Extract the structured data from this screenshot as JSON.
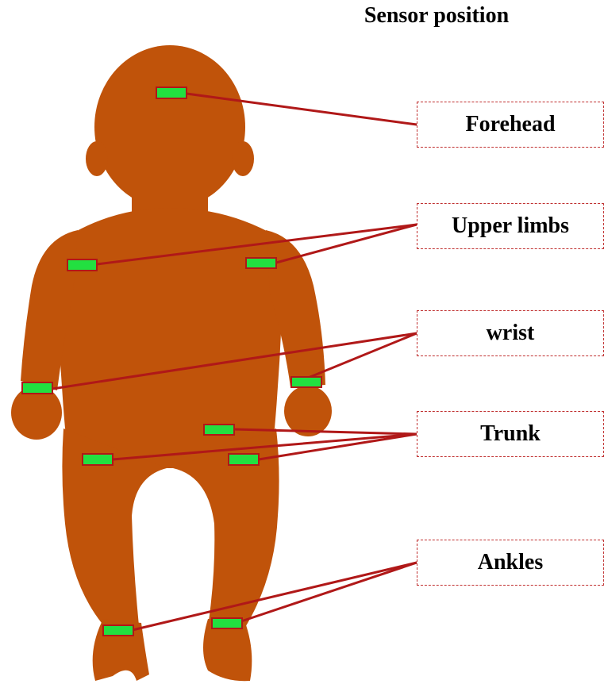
{
  "title": "Sensor position",
  "labels": {
    "forehead": "Forehead",
    "upper_limbs": "Upper limbs",
    "wrist": "wrist",
    "trunk": "Trunk",
    "ankles": "Ankles"
  },
  "colors": {
    "body": "#C0530A",
    "sensor_fill": "#22E040",
    "sensor_border": "#B01818",
    "connector": "#B01818",
    "box_border": "#C03030"
  }
}
